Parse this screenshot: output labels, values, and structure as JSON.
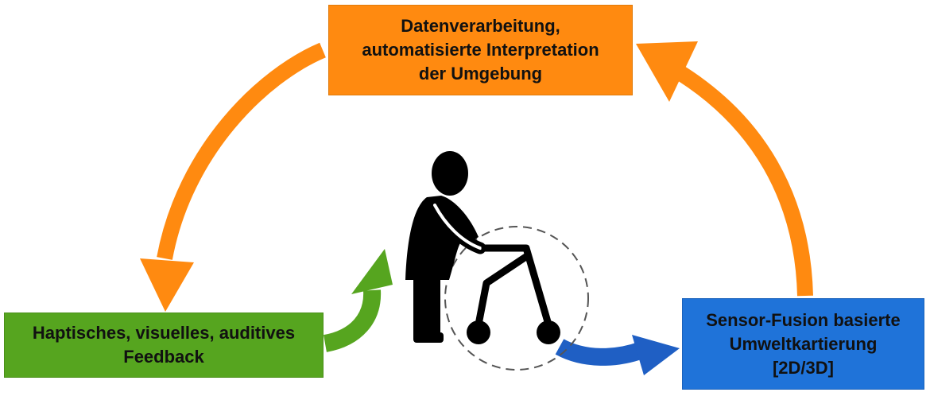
{
  "boxes": {
    "processing": {
      "lines": [
        "Datenverarbeitung,",
        "automatisierte Interpretation",
        "der Umgebung"
      ],
      "color": "#ff8a10"
    },
    "feedback": {
      "lines": [
        "Haptisches, visuelles, auditives",
        "Feedback"
      ],
      "color": "#56a51f"
    },
    "sensing": {
      "lines": [
        "Sensor-Fusion basierte",
        "Umweltkartierung",
        "[2D/3D]"
      ],
      "color": "#1f73d9"
    }
  },
  "icons": {
    "center": "person-with-rollator-icon",
    "sensor_zone": "dashed-sensor-range-circle"
  },
  "arrow_colors": {
    "cycle": "#ff8a10",
    "feedback_to_user": "#56a51f",
    "user_to_sensing": "#1f5fc4"
  }
}
